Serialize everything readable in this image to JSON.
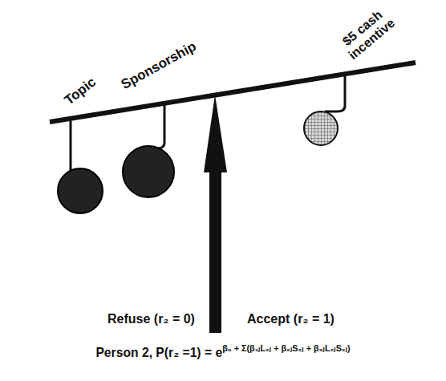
{
  "diagram": {
    "labels": [
      "Topic",
      "Sponsorship",
      "$5 cash incentive",
      "Refuse (r₂ = 0)",
      "Accept (r₂ = 1)",
      "Person 2, P(r₂ =1) = e",
      "β₀ + Σ(β₁ⱼL₂ⱼ + β₂ⱼS₂ⱼ + β₃ⱼL₂ⱼS₂ⱼ)"
    ]
  }
}
